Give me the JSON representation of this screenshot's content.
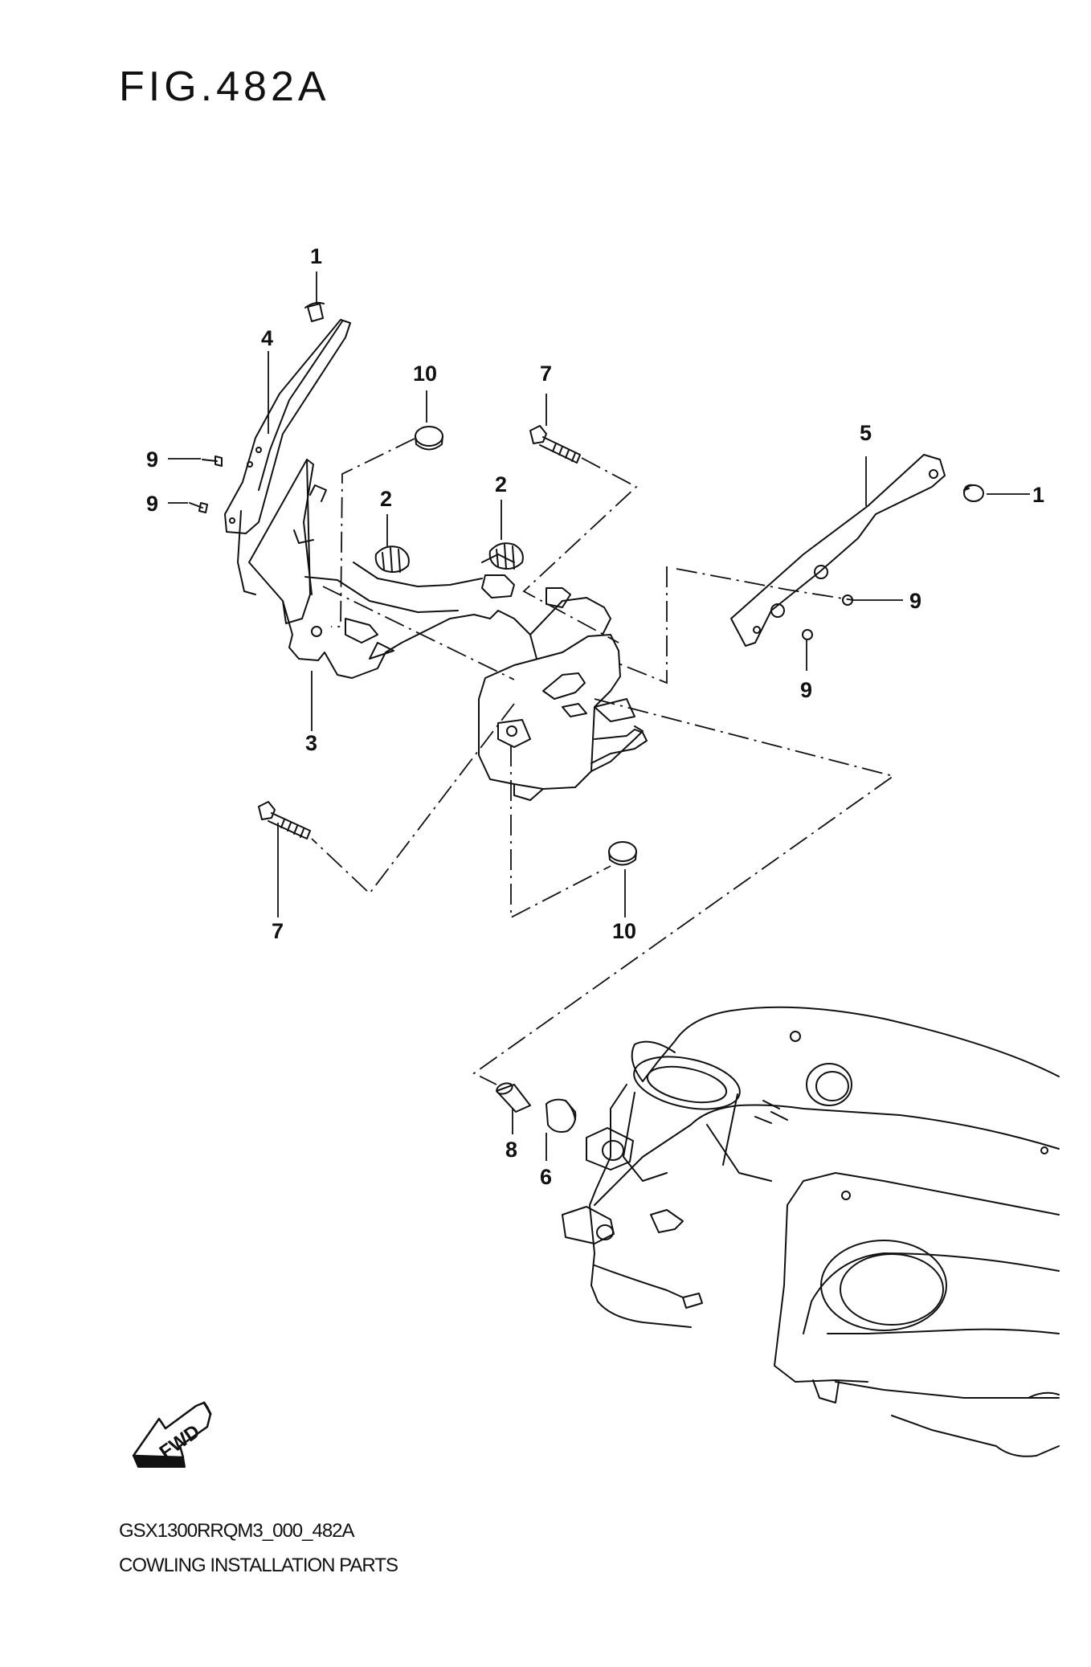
{
  "figure": {
    "title": "FIG.482A",
    "code": "GSX1300RRQM3_000_482A",
    "caption": "COWLING INSTALLATION PARTS"
  },
  "callouts": {
    "c1_top": "1",
    "c1_right": "1",
    "c2_left": "2",
    "c2_right": "2",
    "c3": "3",
    "c4": "4",
    "c5": "5",
    "c6": "6",
    "c7_top": "7",
    "c7_bottom": "7",
    "c8": "8",
    "c9_left_a": "9",
    "c9_left_b": "9",
    "c9_right_a": "9",
    "c9_right_b": "9",
    "c10_top": "10",
    "c10_bottom": "10"
  },
  "fwd_badge": {
    "label": "FWD",
    "icon": "forward-arrow-icon"
  }
}
